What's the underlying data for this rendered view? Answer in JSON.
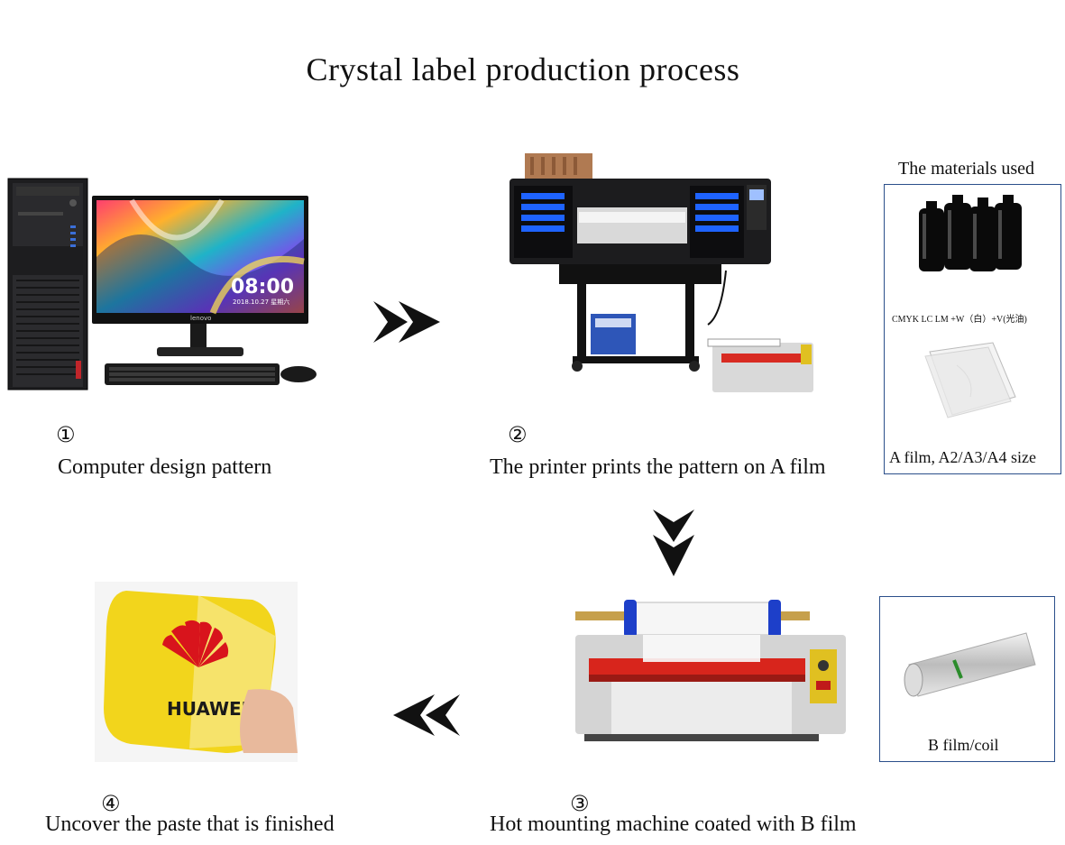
{
  "title": "Crystal label production process",
  "steps": [
    {
      "num": "①",
      "caption": "Computer design pattern"
    },
    {
      "num": "②",
      "caption": "The printer prints the pattern on A film"
    },
    {
      "num": "③",
      "caption": "Hot mounting machine coated with B film"
    },
    {
      "num": "④",
      "caption": "Uncover the paste that is finished"
    }
  ],
  "materials": {
    "heading": "The materials used",
    "ink_caption": "CMYK LC LM +W（白）+V(光油)",
    "film_a_caption": "A film, A2/A3/A4 size",
    "film_b_caption": "B film/coil"
  },
  "monitor": {
    "time": "08:00",
    "date": "2018.10.27 星期六",
    "brand": "lenovo"
  },
  "product": {
    "logo_text": "HUAWEI"
  },
  "colors": {
    "box_border": "#2b4f8a",
    "arrow": "#111111",
    "product_yellow": "#f2d51c",
    "logo_red": "#d8141c"
  }
}
